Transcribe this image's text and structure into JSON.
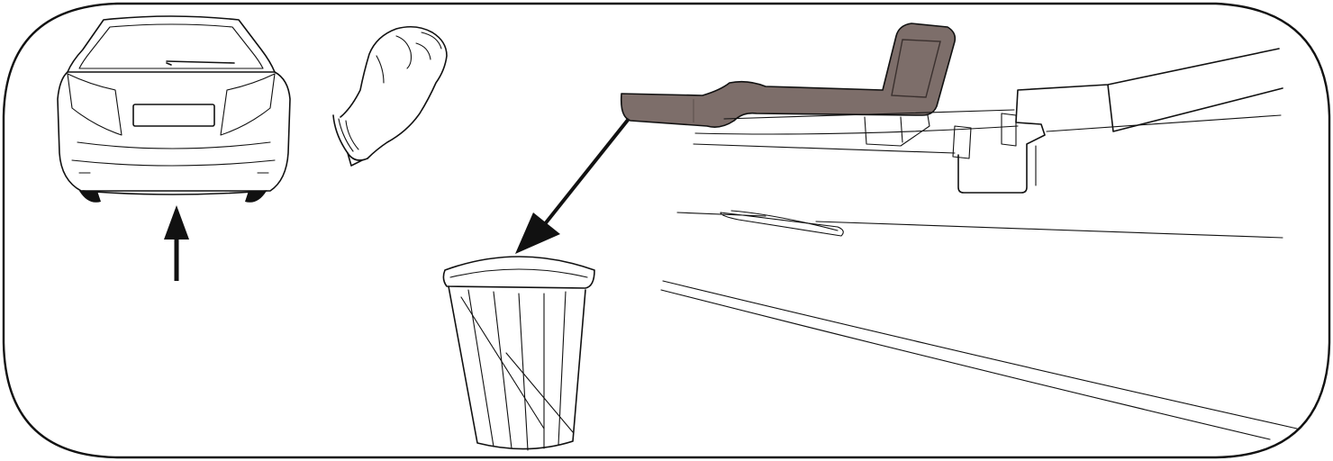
{
  "illustration": {
    "frame": "rounded-border",
    "panels": [
      {
        "id": "vehicle-rear",
        "icon": "car-rear-view-icon",
        "indicator": "up-arrow-icon"
      },
      {
        "id": "glove",
        "icon": "disposable-glove-icon"
      },
      {
        "id": "removed-part",
        "icon": "bumper-trim-piece-icon",
        "indicator": "discard-arrow-icon"
      },
      {
        "id": "waste-bin",
        "icon": "waste-bin-icon"
      },
      {
        "id": "bumper-detail",
        "icon": "bumper-mount-detail-icon"
      }
    ],
    "colors": {
      "outline": "#111111",
      "removed_part_fill": "#7d6e6a",
      "background": "#ffffff"
    }
  }
}
